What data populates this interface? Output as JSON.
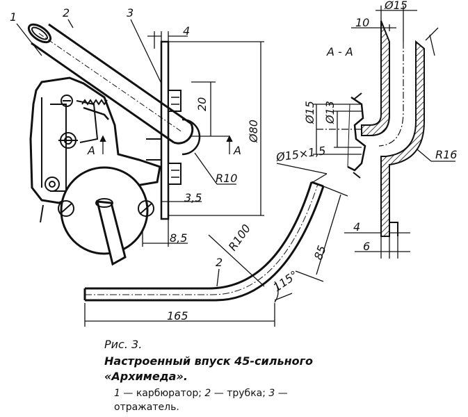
{
  "callouts": {
    "c1": "1",
    "c2": "2",
    "c3": "3",
    "c2b": "2"
  },
  "dims": {
    "d4_top": "4",
    "d20": "20",
    "d80": "Ø80",
    "r10": "R10",
    "d3_5": "3,5",
    "d8_5": "8,5",
    "section_a_left": "A",
    "section_a_right": "A",
    "d15_top": "Ø15",
    "d10": "10",
    "section_label": "A - A",
    "d15_left": "Ø15",
    "d13": "Ø13",
    "r16": "R16",
    "d4_right": "4",
    "d6": "6",
    "d15x15": "Ø15×1,5",
    "r100": "R100",
    "d85": "85",
    "angle115": "115°",
    "d165": "165"
  },
  "caption": {
    "fig": "Рис. 3.",
    "title_line1": "Настроенный впуск 45-сильного",
    "title_line2": "«Архимеда».",
    "legend_n1": "1",
    "legend_t1": " — карбюратор;  ",
    "legend_n2": "2",
    "legend_t2": " — трубка;  ",
    "legend_n3": "3",
    "legend_t3": " —",
    "legend_line2": "отражатель."
  }
}
